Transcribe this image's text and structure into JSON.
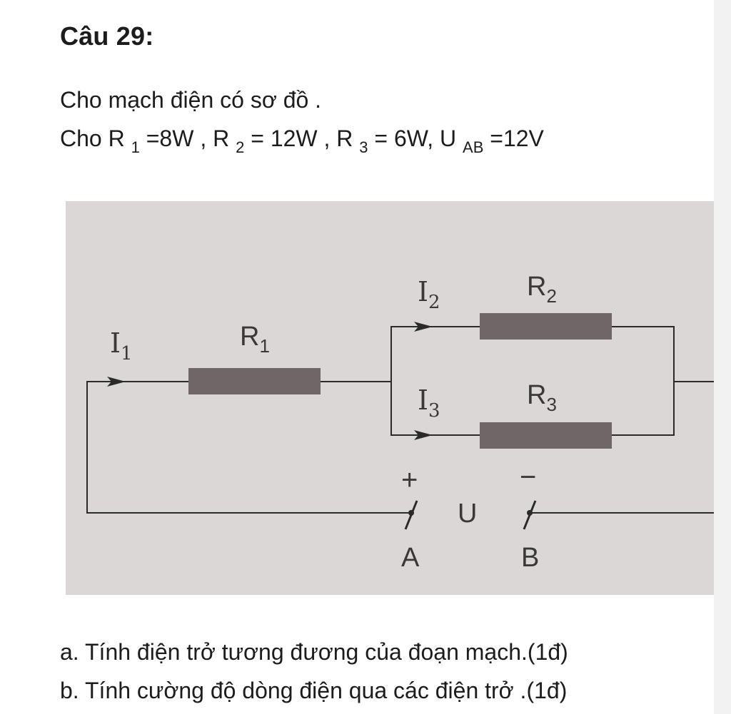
{
  "question": {
    "title": "Câu 29:",
    "intro": "Cho mạch điện có sơ đồ .",
    "givens": {
      "prefix": "Cho ",
      "r1_symbol": "R ",
      "r1_sub": "1",
      "r1_value": " =8W  , ",
      "r2_symbol": "R ",
      "r2_sub": "2",
      "r2_value": " = 12W , ",
      "r3_symbol": "R ",
      "r3_sub": "3",
      "r3_value": " = 6W, ",
      "u_symbol": "U ",
      "u_sub": "AB",
      "u_value": " =12V"
    },
    "part_a": "a. Tính điện trở tương đương của đoạn mạch.(1đ)",
    "part_b": "b. Tính cường độ dòng điện qua các điện trở .(1đ)"
  },
  "circuit": {
    "labels": {
      "i1": "I",
      "i1_sub": "1",
      "r1": "R",
      "r1_sub": "1",
      "i2": "I",
      "i2_sub": "2",
      "r2": "R",
      "r2_sub": "2",
      "i3": "I",
      "i3_sub": "3",
      "r3": "R",
      "r3_sub": "3",
      "plus": "+",
      "minus": "−",
      "u": "U",
      "a": "A",
      "b": "B"
    },
    "colors": {
      "background": "#dcd7d7",
      "wire": "#2a2a2a",
      "resistor": "#6f6767"
    }
  }
}
